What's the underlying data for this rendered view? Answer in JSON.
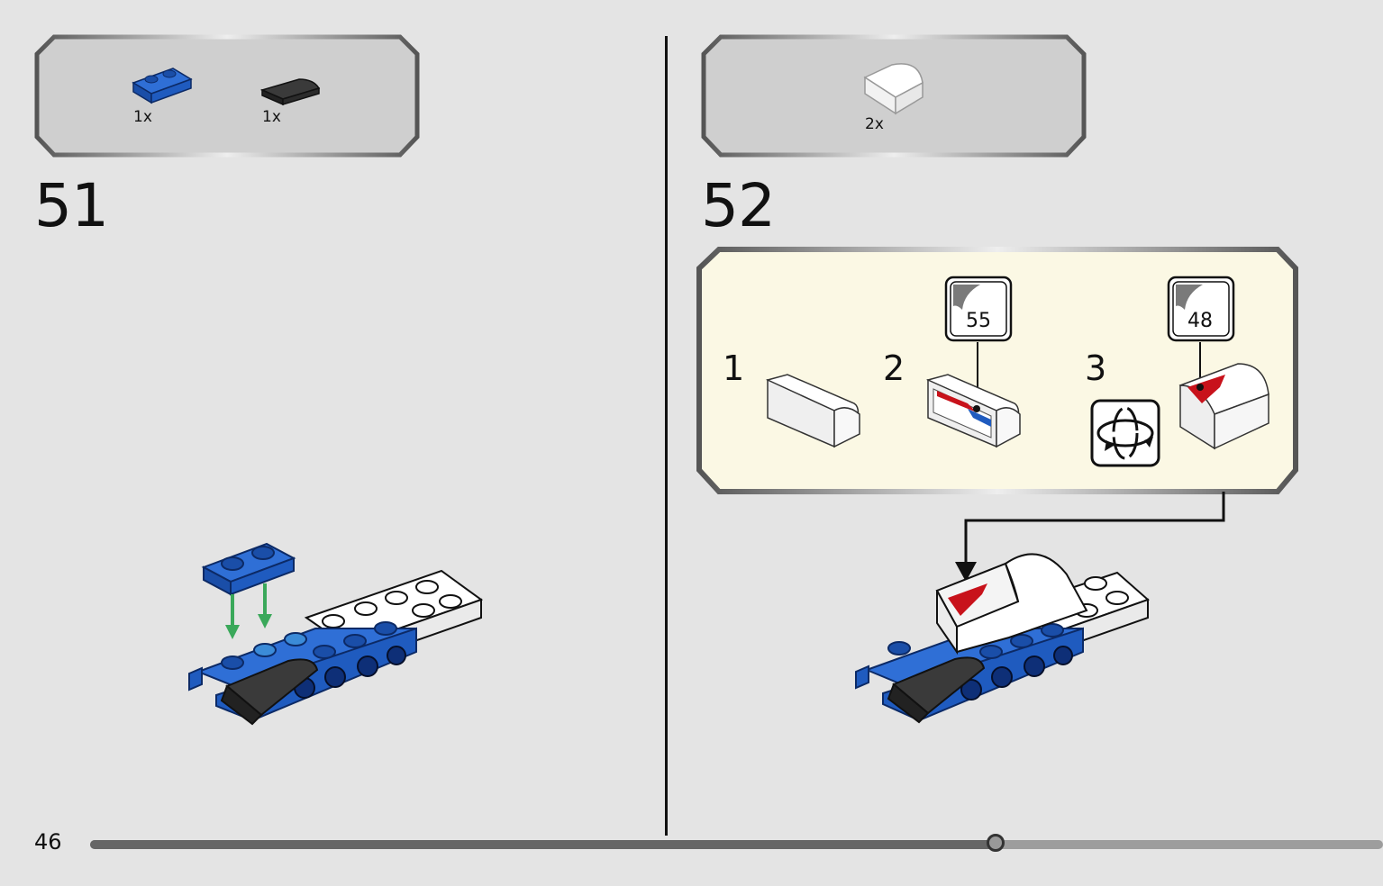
{
  "page": {
    "number": "46",
    "progress": 0.7
  },
  "step51": {
    "number": "51",
    "parts": [
      {
        "qty": "1x",
        "icon": "blue-plate-1x2-icon"
      },
      {
        "qty": "1x",
        "icon": "black-curved-slope-icon"
      }
    ]
  },
  "step52": {
    "number": "52",
    "parts": [
      {
        "qty": "2x",
        "icon": "white-curved-brick-icon"
      }
    ],
    "substeps": [
      {
        "label": "1"
      },
      {
        "label": "2",
        "sticker": "55"
      },
      {
        "label": "3",
        "sticker": "48"
      }
    ]
  },
  "colors": {
    "blue": "#1f5bbf",
    "black": "#2b2b2b",
    "white": "#ffffff",
    "red": "#c8121b",
    "green_arrow": "#3aa85a",
    "callout_bg": "#fbf8e4",
    "parts_bg": "#cfcfcf"
  }
}
